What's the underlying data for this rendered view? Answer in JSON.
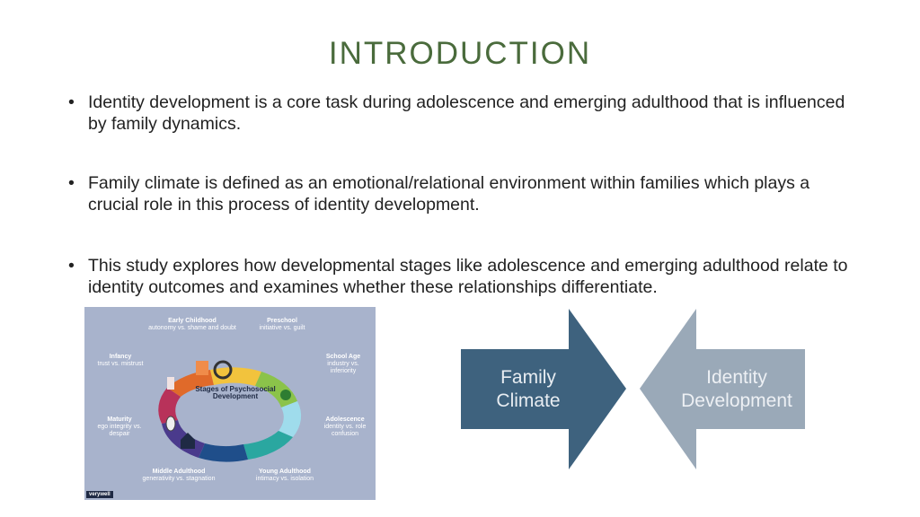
{
  "slide": {
    "title": "INTRODUCTION",
    "bullets": [
      "Identity development is a core task during adolescence and emerging adulthood that is influenced by family dynamics.",
      "Family climate is defined as an emotional/relational environment within families which plays a crucial role in this process of identity development.",
      "This study explores how developmental stages like adolescence and emerging adulthood relate to identity outcomes and examines whether these relationships differentiate."
    ]
  },
  "wheel": {
    "center_title": "Stages of Psychosocial Development",
    "brand": "verywell",
    "stages": [
      {
        "name": "Early Childhood",
        "desc": "autonomy vs. shame and doubt"
      },
      {
        "name": "Preschool",
        "desc": "initiative vs. guilt"
      },
      {
        "name": "Infancy",
        "desc": "trust vs. mistrust"
      },
      {
        "name": "School Age",
        "desc": "industry vs. inferiority"
      },
      {
        "name": "Maturity",
        "desc": "ego integrity vs. despair"
      },
      {
        "name": "Adolescence",
        "desc": "identity vs. role confusion"
      },
      {
        "name": "Middle Adulthood",
        "desc": "generativity vs. stagnation"
      },
      {
        "name": "Young Adulthood",
        "desc": "intimacy vs. isolation"
      }
    ]
  },
  "arrows": {
    "left": {
      "line1": "Family",
      "line2": "Climate",
      "color": "#3e627e"
    },
    "right": {
      "line1": "Identity",
      "line2": "Development",
      "color": "#9aa9b8"
    }
  },
  "colors": {
    "title": "#4a6b3c",
    "wheel_bg": "#a8b3cc"
  }
}
